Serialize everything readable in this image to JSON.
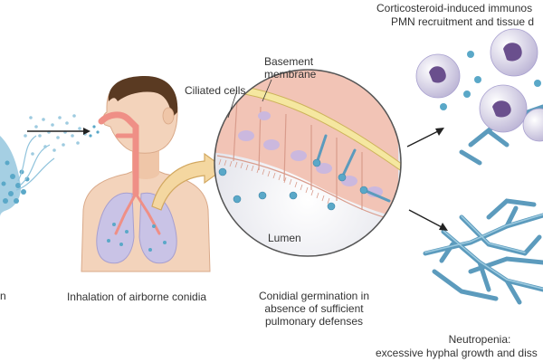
{
  "labels": {
    "conidia_left": "n",
    "inhalation": "Inhalation of airborne conidia",
    "ciliated_cells": "Ciliated cells",
    "basement_line1": "Basement",
    "basement_line2": "membrane",
    "lumen": "Lumen",
    "germination_line1": "Conidial germination in",
    "germination_line2": "absence of sufficient",
    "germination_line3": "pulmonary defenses",
    "cortico_line1": "Corticosteroid-induced immunos",
    "cortico_line2": "PMN recruitment and tissue d",
    "neutropenia_line1": "Neutropenia:",
    "neutropenia_line2": "excessive hyphal growth and diss"
  },
  "colors": {
    "skin": "#f3d3bb",
    "skin_shade": "#e8b79a",
    "hair": "#5a3a22",
    "lung": "#c9c3e6",
    "airway": "#ef8f86",
    "conidia": "#5aa8c8",
    "hyphae": "#5c9bbd",
    "cell": "#f2c4b6",
    "nucleus": "#cbb8de",
    "membrane": "#f5e7a0",
    "pmn": "#e4e0ef",
    "pmn_nucleus": "#6a4f8d",
    "arrow": "#222222",
    "bigarrow": "#f4d7a0"
  }
}
